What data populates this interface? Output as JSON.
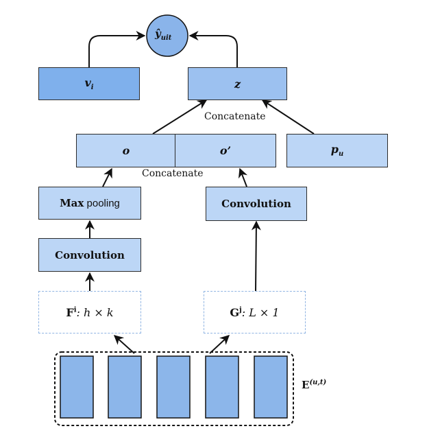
{
  "nodes": {
    "y_hat": {
      "symbol": "ŷ",
      "sub": "uit"
    },
    "v": {
      "symbol": "v",
      "sub": "i"
    },
    "z": {
      "symbol": "z"
    },
    "o": {
      "symbol": "o"
    },
    "o_prime": {
      "symbol": "o’"
    },
    "p": {
      "symbol": "p",
      "sub": "u"
    },
    "max_pooling": {
      "bold": "Max",
      "rest": " pooling"
    },
    "conv_left": {
      "label": "Convolution"
    },
    "conv_right": {
      "label": "Convolution"
    },
    "F": {
      "symbol": "F",
      "sup": "i",
      "rest": ": h × k"
    },
    "G": {
      "symbol": "G",
      "sup": "j",
      "rest": ": L × 1"
    },
    "E": {
      "symbol": "E",
      "sup": "(u,t)"
    }
  },
  "labels": {
    "concat_top": "Concatenate",
    "concat_mid": "Concatenate"
  },
  "colors": {
    "circle": "#8ab4ea",
    "dark_blue": "#7fb0ec",
    "mid_blue": "#9cc1f0",
    "light_blue": "#bcd6f6",
    "embed_blue": "#8cb6ea",
    "dashed_border": "#8fb4e3"
  }
}
